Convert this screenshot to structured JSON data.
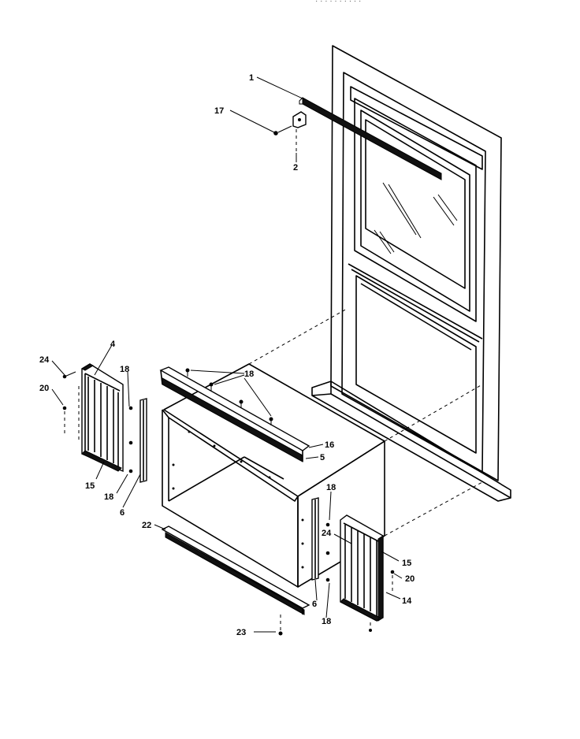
{
  "header_text": "· · ·  ·        · · ·  ·  · ·",
  "callouts": {
    "c1": "1",
    "c2": "2",
    "c4": "4",
    "c5": "5",
    "c6_left": "6",
    "c6_right": "6",
    "c14": "14",
    "c15_left": "15",
    "c15_right": "15",
    "c16": "16",
    "c17": "17",
    "c18_leftA": "18",
    "c18_leftB": "18",
    "c18_top": "18",
    "c18_rightA": "18",
    "c18_rightB": "18",
    "c20_left": "20",
    "c20_right": "20",
    "c22": "22",
    "c23": "23",
    "c24_left": "24",
    "c24_right": "24"
  }
}
